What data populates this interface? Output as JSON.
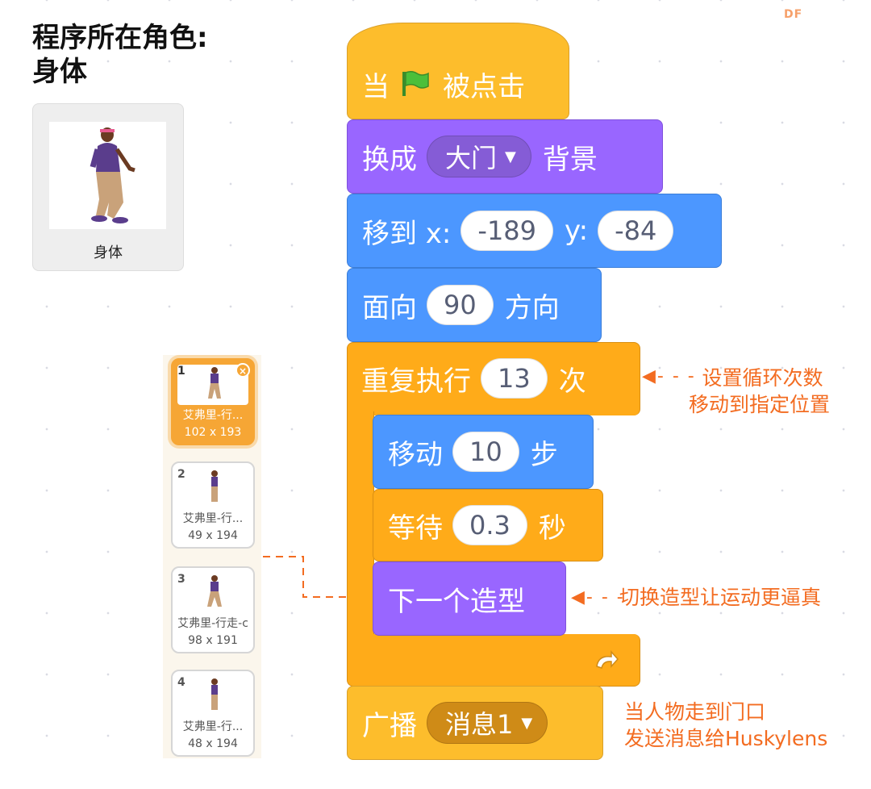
{
  "watermark": "DF",
  "sprite": {
    "title_line1": "程序所在角色:",
    "title_line2": "身体",
    "name": "身体"
  },
  "costumes": [
    {
      "num": "1",
      "name": "艾弗里-行...",
      "size": "102 x 193",
      "selected": true
    },
    {
      "num": "2",
      "name": "艾弗里-行...",
      "size": "49 x 194",
      "selected": false
    },
    {
      "num": "3",
      "name": "艾弗里-行走-c",
      "size": "98 x 191",
      "selected": false
    },
    {
      "num": "4",
      "name": "艾弗里-行...",
      "size": "48 x 194",
      "selected": false
    }
  ],
  "script": {
    "when_flag": {
      "pre": "当",
      "post": "被点击",
      "icon": "green-flag-icon"
    },
    "switch_backdrop": {
      "pre": "换成",
      "value": "大门",
      "post": "背景"
    },
    "goto": {
      "pre": "移到 x:",
      "x": "-189",
      "ylabel": "y:",
      "y": "-84"
    },
    "point_direction": {
      "pre": "面向",
      "value": "90",
      "post": "方向"
    },
    "repeat": {
      "pre": "重复执行",
      "value": "13",
      "post": "次",
      "loop_icon": "loop-arrow-icon"
    },
    "move": {
      "pre": "移动",
      "value": "10",
      "post": "步"
    },
    "wait": {
      "pre": "等待",
      "value": "0.3",
      "post": "秒"
    },
    "next_costume": {
      "label": "下一个造型"
    },
    "broadcast": {
      "pre": "广播",
      "value": "消息1"
    }
  },
  "annotations": {
    "repeat_note_line1": "设置循环次数",
    "repeat_note_line2": "移动到指定位置",
    "costume_note": "切换造型让运动更逼真",
    "broadcast_note_line1": "当人物走到门口",
    "broadcast_note_line2": "发送消息给Huskylens"
  },
  "colors": {
    "events": "#fdbd2c",
    "looks": "#9966ff",
    "motion": "#4c97ff",
    "control": "#ffab19",
    "annotation": "#f36c21"
  }
}
